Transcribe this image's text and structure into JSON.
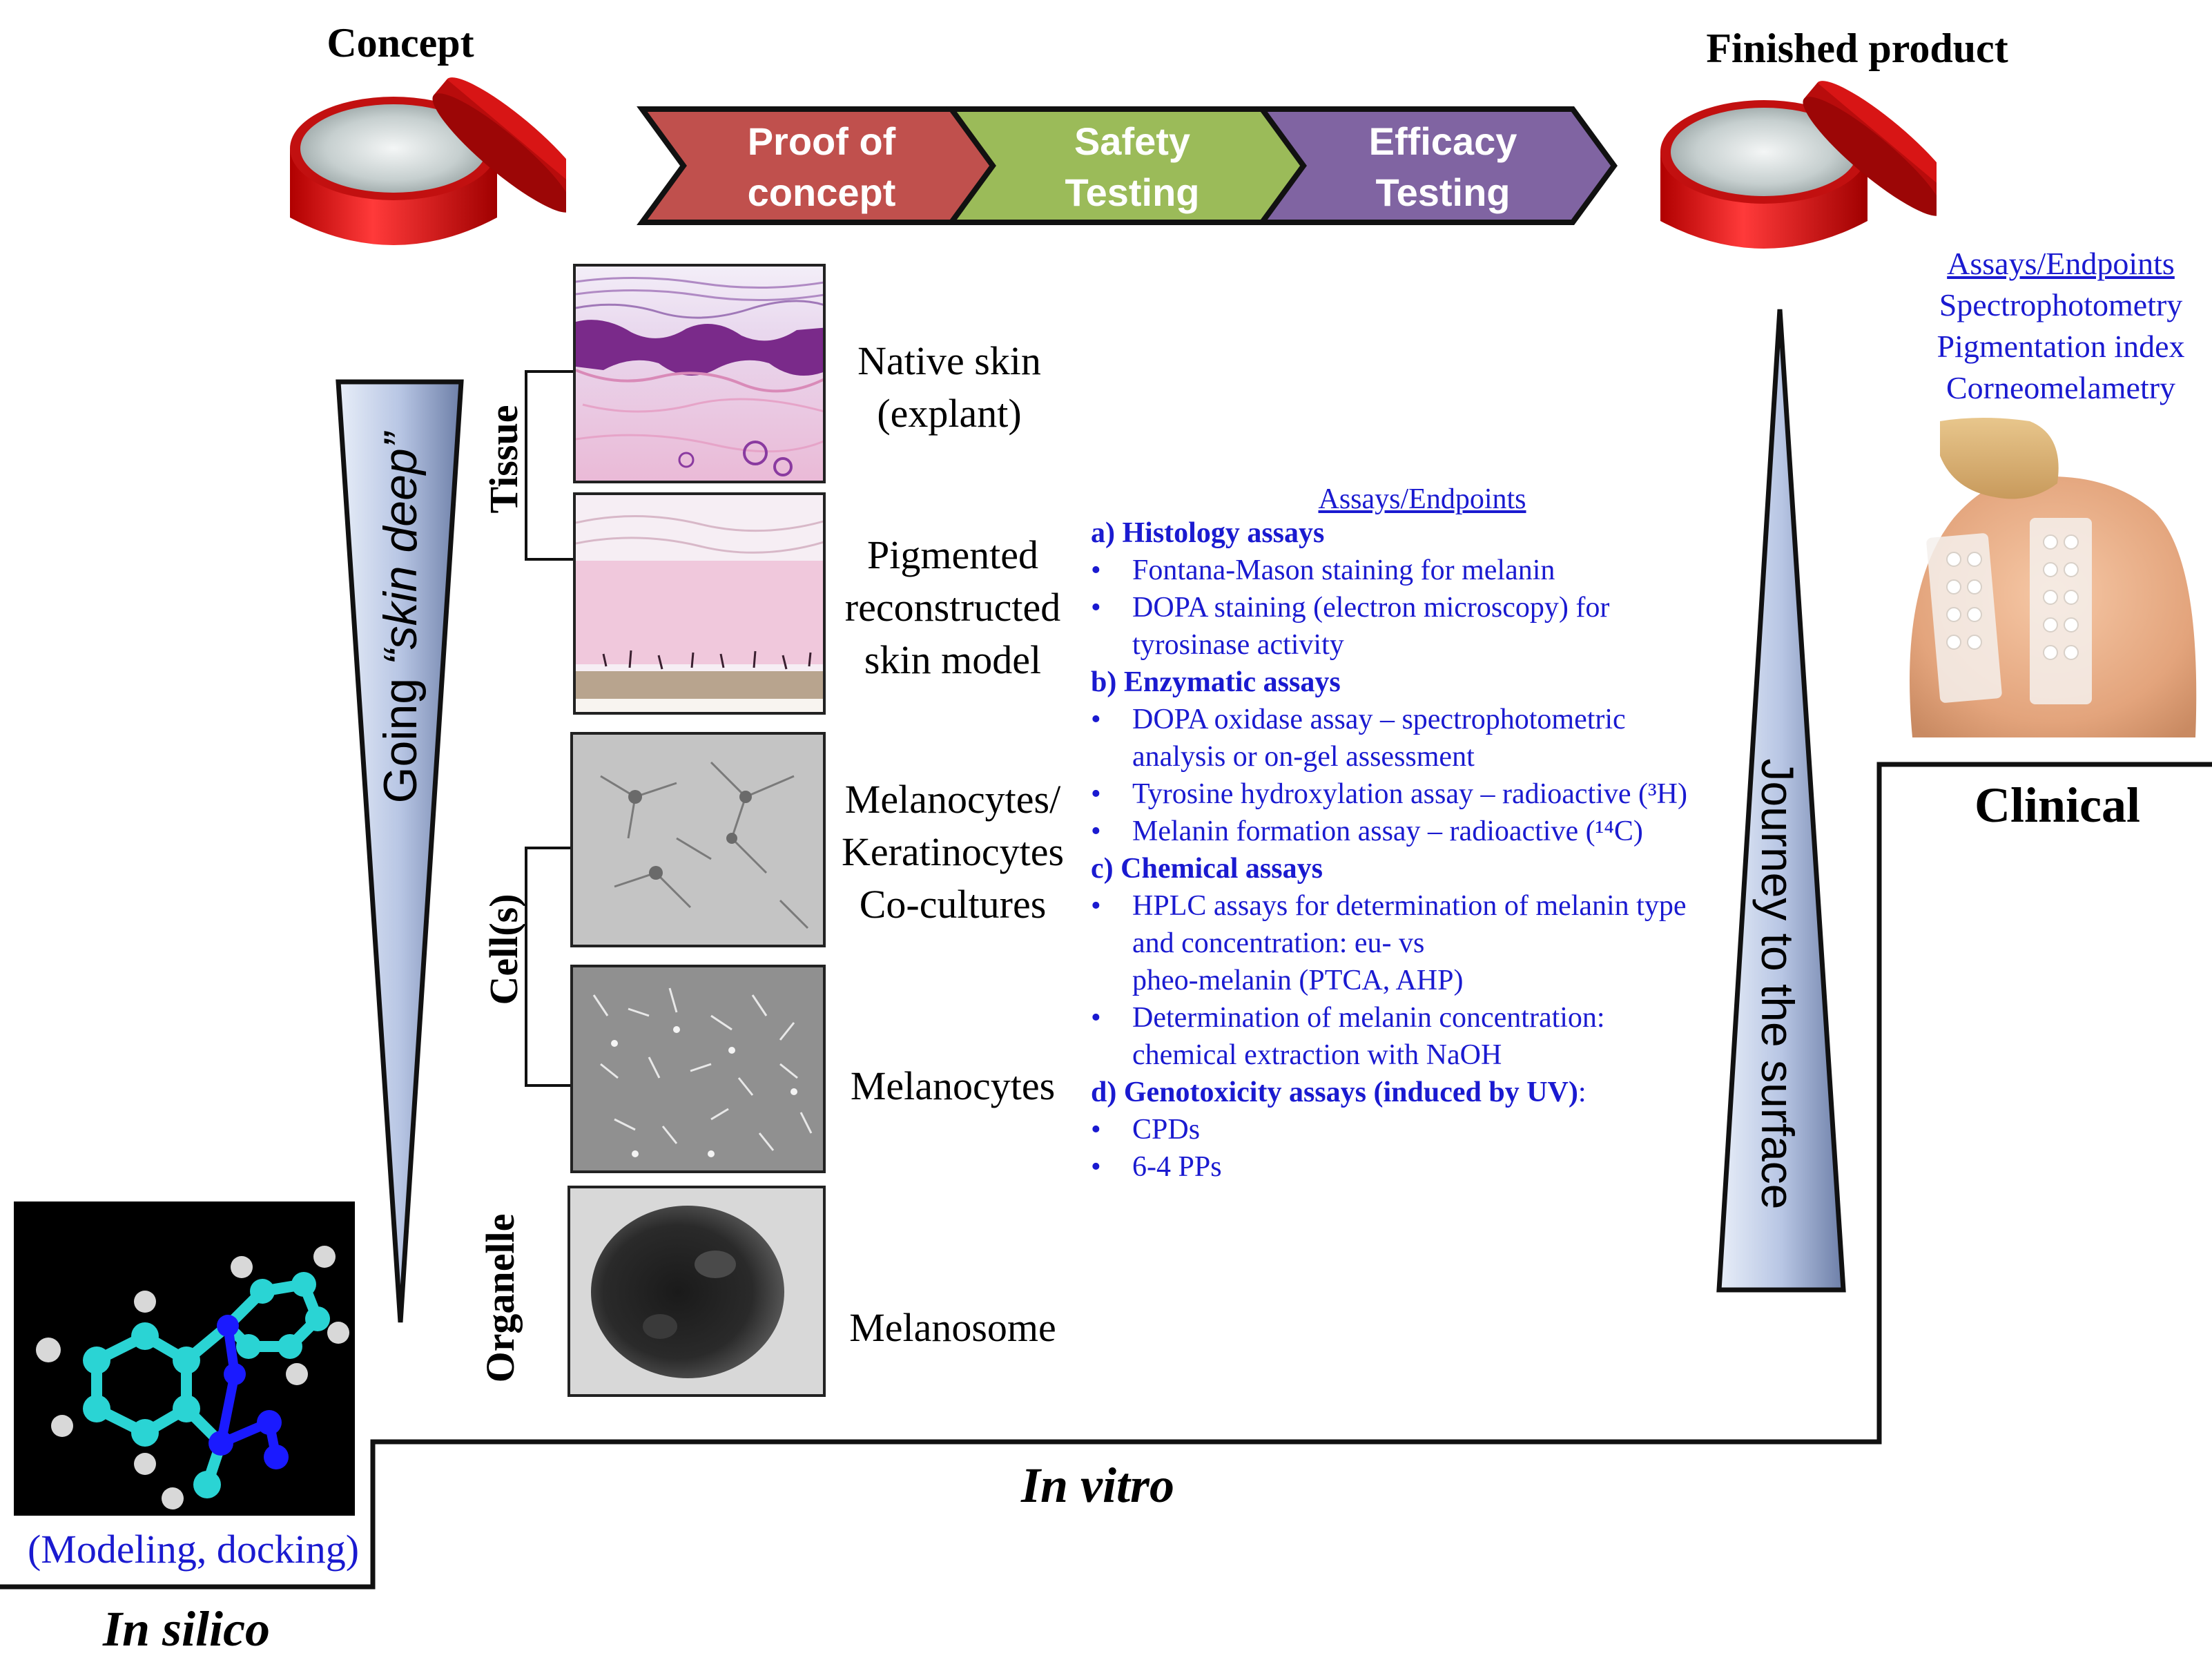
{
  "header": {
    "concept": "Concept",
    "finished": "Finished product"
  },
  "pipeline": [
    {
      "line1": "Proof of",
      "line2": "concept",
      "color": "#c0504d"
    },
    {
      "line1": "Safety",
      "line2": "Testing",
      "color": "#9bbb59"
    },
    {
      "line1": "Efficacy",
      "line2": "Testing",
      "color": "#8064a2"
    }
  ],
  "going_deep": {
    "prefix": "Going ",
    "emph": "“skin deep”"
  },
  "journey": "Journey to the surface",
  "groups": {
    "tissue": "Tissue",
    "cells": "Cell(s)",
    "organelle": "Organelle"
  },
  "models": {
    "native": [
      "Native skin",
      "(explant)"
    ],
    "pigmented": [
      "Pigmented",
      "reconstructed",
      "skin model"
    ],
    "cocultures": [
      "Melanocytes/",
      "Keratinocytes",
      "Co-cultures"
    ],
    "melanocytes": "Melanocytes",
    "melanosome": "Melanosome"
  },
  "invitro_assays": {
    "title": "Assays/Endpoints",
    "sections": [
      {
        "heading": "a) Histology assays",
        "items": [
          [
            "Fontana-Mason staining for melanin"
          ],
          [
            "DOPA staining (electron microscopy) for",
            "tyrosinase activity"
          ]
        ]
      },
      {
        "heading": "b) Enzymatic assays",
        "items": [
          [
            "DOPA oxidase assay – spectrophotometric",
            "analysis or on-gel assessment"
          ],
          [
            "Tyrosine hydroxylation assay – radioactive (³H)"
          ],
          [
            "Melanin formation assay – radioactive (¹⁴C)"
          ]
        ]
      },
      {
        "heading": "c) Chemical assays",
        "items": [
          [
            "HPLC assays for determination of melanin type",
            "and concentration: eu- vs",
            "pheo-melanin (PTCA, AHP)"
          ],
          [
            "Determination of melanin concentration:",
            "chemical extraction with NaOH"
          ]
        ]
      },
      {
        "heading": "d) Genotoxicity assays (induced by UV)",
        "heading_suffix": ":",
        "items": [
          [
            "CPDs"
          ],
          [
            "6-4 PPs"
          ]
        ]
      }
    ]
  },
  "clinical_assays": {
    "title": "Assays/Endpoints",
    "items": [
      "Spectrophotometry",
      "Pigmentation index",
      "Corneomelametry"
    ]
  },
  "stages": {
    "clinical": "Clinical",
    "invitro": "In vitro",
    "insilico": "In silico",
    "insilico_sub": "(Modeling, docking)"
  },
  "colors": {
    "assay_text": "#1a1ad0",
    "tin_red": "#e02020",
    "wedge_blue": "#b8c6e4"
  }
}
